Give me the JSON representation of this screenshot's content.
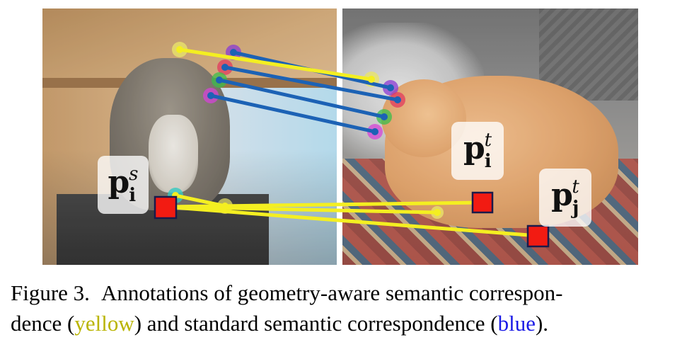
{
  "figure": {
    "labels": {
      "source_point": {
        "base": "p",
        "subscript": "i",
        "superscript": "s"
      },
      "target_point_i": {
        "base": "p",
        "subscript": "i",
        "superscript": "t"
      },
      "target_point_j": {
        "base": "p",
        "subscript": "j",
        "superscript": "t"
      }
    },
    "colors": {
      "geometry_aware_lines": "#f4ef21",
      "standard_lines": "#1c62b5",
      "keypoint_marker": "#f21b12"
    }
  },
  "caption": {
    "figure_label": "Figure 3.",
    "line1": "Annotations of geometry-aware semantic correspon-",
    "line2_start": "dence (",
    "yellow_word": "yellow",
    "line2_mid": ") and standard semantic correspondence (",
    "blue_word": "blue",
    "line2_end": ")."
  }
}
